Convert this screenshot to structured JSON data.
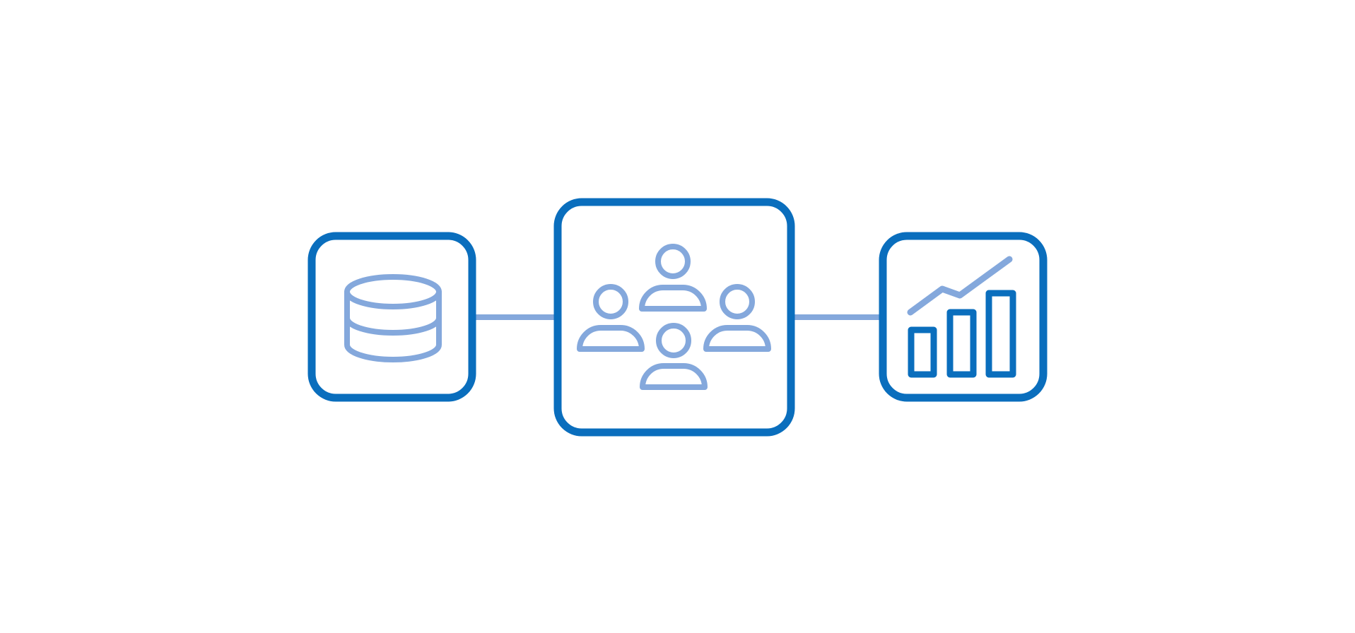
{
  "diagram": {
    "colors": {
      "primary": "#0A6EBD",
      "secondary": "#84A8DC",
      "background": "#FFFFFF"
    },
    "nodes": [
      {
        "id": "database",
        "icon": "database-icon"
      },
      {
        "id": "team",
        "icon": "people-group-icon"
      },
      {
        "id": "analytics",
        "icon": "bar-chart-growth-icon"
      }
    ],
    "edges": [
      {
        "from": "database",
        "to": "team"
      },
      {
        "from": "team",
        "to": "analytics"
      }
    ]
  }
}
